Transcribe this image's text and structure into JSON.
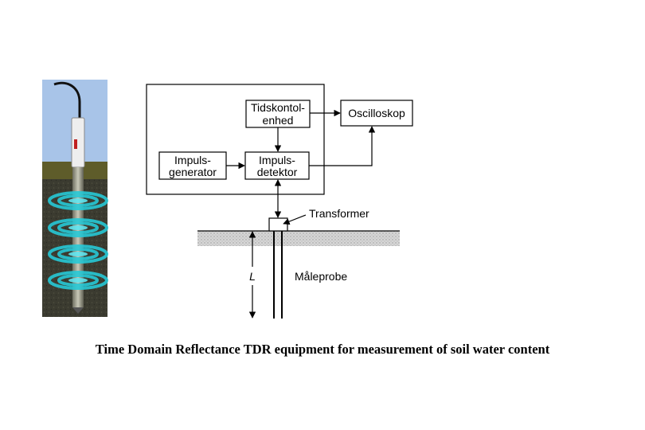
{
  "diagram": {
    "boxes": {
      "tidskontrol": [
        "Tidskontol-",
        "enhed"
      ],
      "oscilloskop": [
        "Oscilloskop"
      ],
      "impulsgenerator": [
        "Impuls-",
        "generator"
      ],
      "impulsdetektor": [
        "Impuls-",
        "detektor"
      ]
    },
    "labels": {
      "transformer": "Transformer",
      "maaleprobe": "Måleprobe",
      "length": "L"
    }
  },
  "caption": "Time Domain Reflectance TDR equipment for measurement of soil water content",
  "colors": {
    "sky": "#a8c4e8",
    "soil_top": "#5a5a28",
    "soil": "#3a3a30",
    "ring": "#27c9d6",
    "ground_stipple": "#bdbdbd"
  }
}
